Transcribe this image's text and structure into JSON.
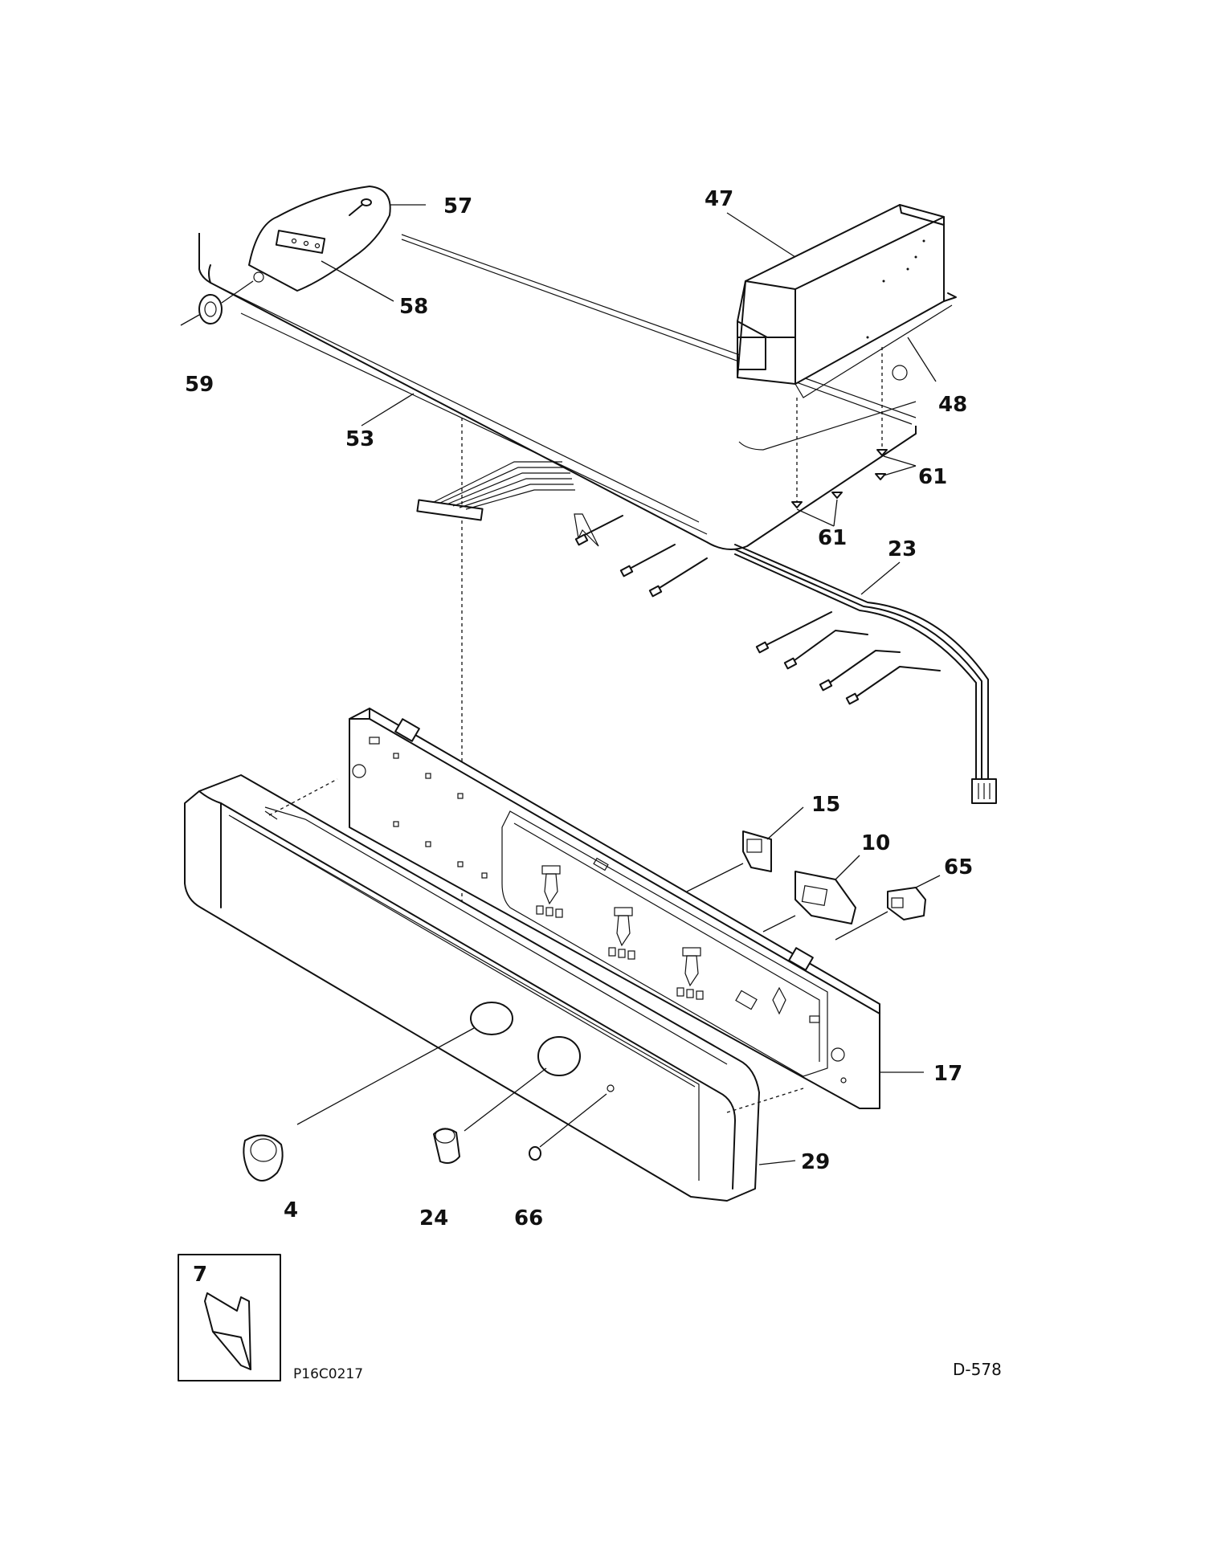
{
  "diagram": {
    "part_labels": [
      {
        "id": "57",
        "text": "57"
      },
      {
        "id": "47",
        "text": "47"
      },
      {
        "id": "58",
        "text": "58"
      },
      {
        "id": "59",
        "text": "59"
      },
      {
        "id": "48",
        "text": "48"
      },
      {
        "id": "53",
        "text": "53"
      },
      {
        "id": "61a",
        "text": "61"
      },
      {
        "id": "61b",
        "text": "61"
      },
      {
        "id": "23",
        "text": "23"
      },
      {
        "id": "15",
        "text": "15"
      },
      {
        "id": "10",
        "text": "10"
      },
      {
        "id": "65",
        "text": "65"
      },
      {
        "id": "17",
        "text": "17"
      },
      {
        "id": "29",
        "text": "29"
      },
      {
        "id": "4",
        "text": "4"
      },
      {
        "id": "24",
        "text": "24"
      },
      {
        "id": "66",
        "text": "66"
      },
      {
        "id": "7",
        "text": "7"
      }
    ],
    "figure_code": "P16C0217",
    "page_code": "D-578"
  }
}
